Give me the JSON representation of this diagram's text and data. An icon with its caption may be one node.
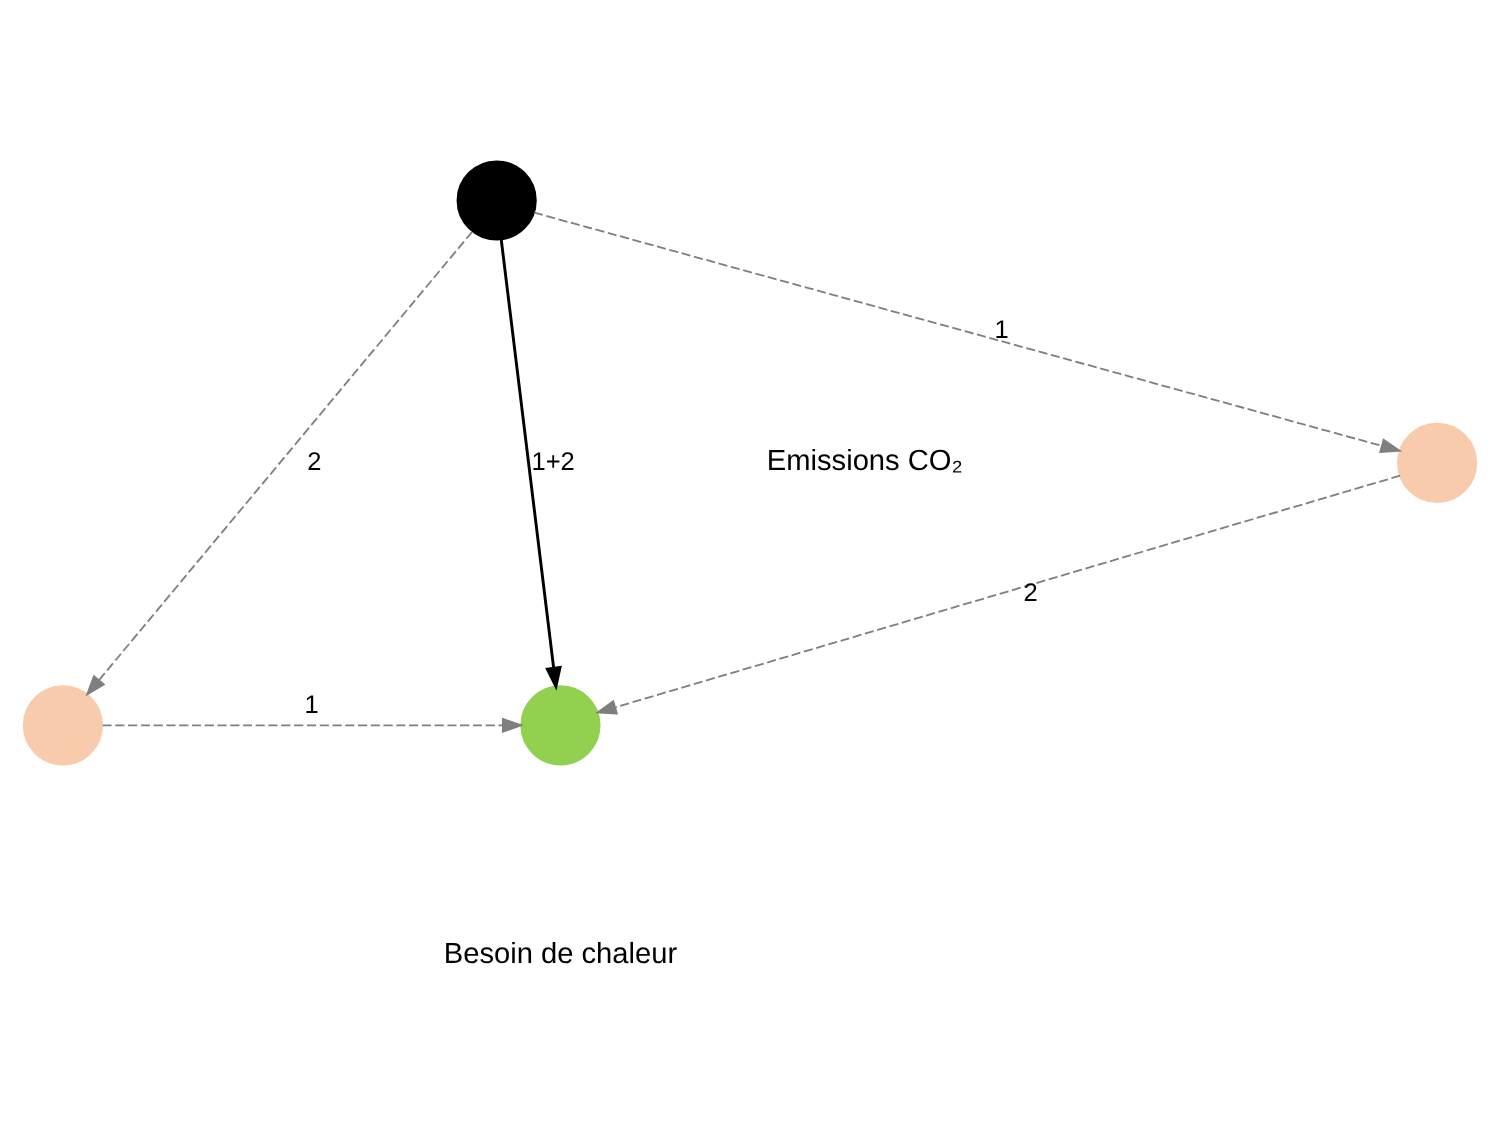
{
  "diagram": {
    "nodes": [
      {
        "text": [],
        "shape": "circle"
      },
      {
        "text": [],
        "shape": "circle"
      },
      {
        "text": [],
        "shape": "circle"
      },
      {
        "text": [],
        "shape": "circle"
      }
    ],
    "edges": [
      {
        "from": 0,
        "to": 1,
        "arrow": "to",
        "label": "1",
        "style": "dashed"
      },
      {
        "from": 0,
        "to": 3,
        "arrow": "to",
        "label": "2",
        "style": "dashed"
      },
      {
        "from": 0,
        "to": 2,
        "arrow": "to",
        "label": "1+2",
        "color": "#000000"
      },
      {
        "from": 1,
        "to": 2,
        "arrow": "to",
        "label": "2",
        "style": "dashed"
      },
      {
        "from": 3,
        "to": 2,
        "arrow": "to",
        "label": "1",
        "style": "dashed"
      }
    ],
    "labels": [
      "Emissions CO₂",
      "Besoin de chaleur"
    ]
  }
}
